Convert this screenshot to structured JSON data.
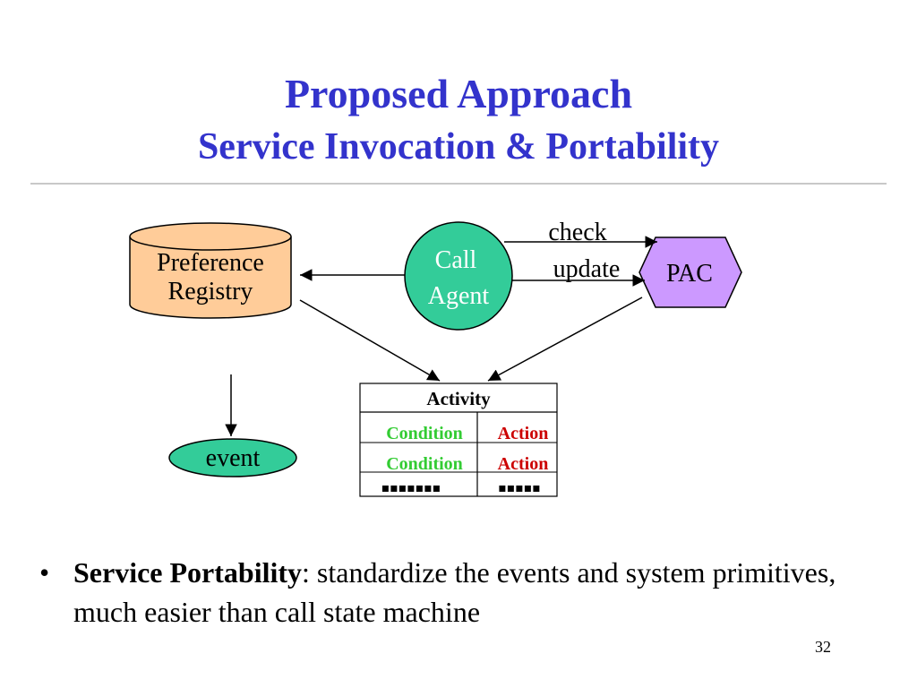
{
  "slide": {
    "title": "Proposed Approach",
    "subtitle": "Service Invocation & Portability",
    "page_number": "32"
  },
  "diagram": {
    "preference_registry_line1": "Preference",
    "preference_registry_line2": "Registry",
    "call_agent_line1": "Call",
    "call_agent_line2": "Agent",
    "pac": "PAC",
    "check": "check",
    "update": "update",
    "event": "event",
    "activity": "Activity",
    "condition1": "Condition",
    "action1": "Action",
    "condition2": "Condition",
    "action2": "Action",
    "dots_left": "▪▪▪▪▪▪▪",
    "dots_right": "▪▪▪▪▪"
  },
  "bullet": {
    "bold": "Service Portability",
    "rest": ": standardize the events and system primitives, much easier than call state machine"
  },
  "colors": {
    "title": "#3333cc",
    "registry_fill": "#ffcc99",
    "agent_fill": "#33cc99",
    "pac_fill": "#cc99ff",
    "event_fill": "#33cc99",
    "condition": "#33cc33",
    "action": "#cc0000"
  }
}
